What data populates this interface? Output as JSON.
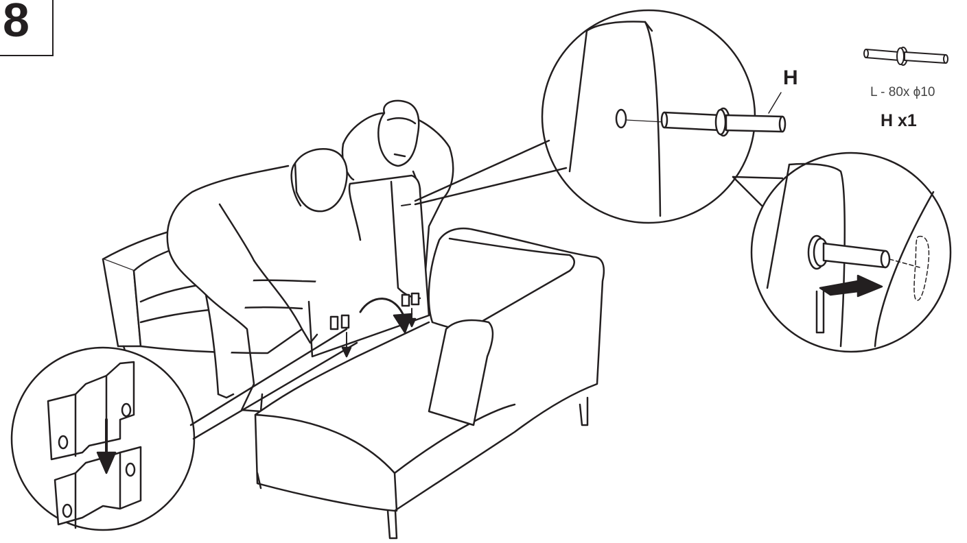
{
  "step": {
    "number": "8"
  },
  "hardware": {
    "callout_letter": "H",
    "spec": "L - 80x ϕ10",
    "quantity": "H x1",
    "icon": "dowel-pin-icon"
  },
  "illustration": {
    "subjects": [
      "woman-assembler",
      "man-assembler",
      "sofa-section",
      "chaise-section",
      "backrest-panel"
    ],
    "details": [
      "pin-insertion-detail",
      "pin-slot-detail",
      "bracket-hook-detail"
    ]
  }
}
